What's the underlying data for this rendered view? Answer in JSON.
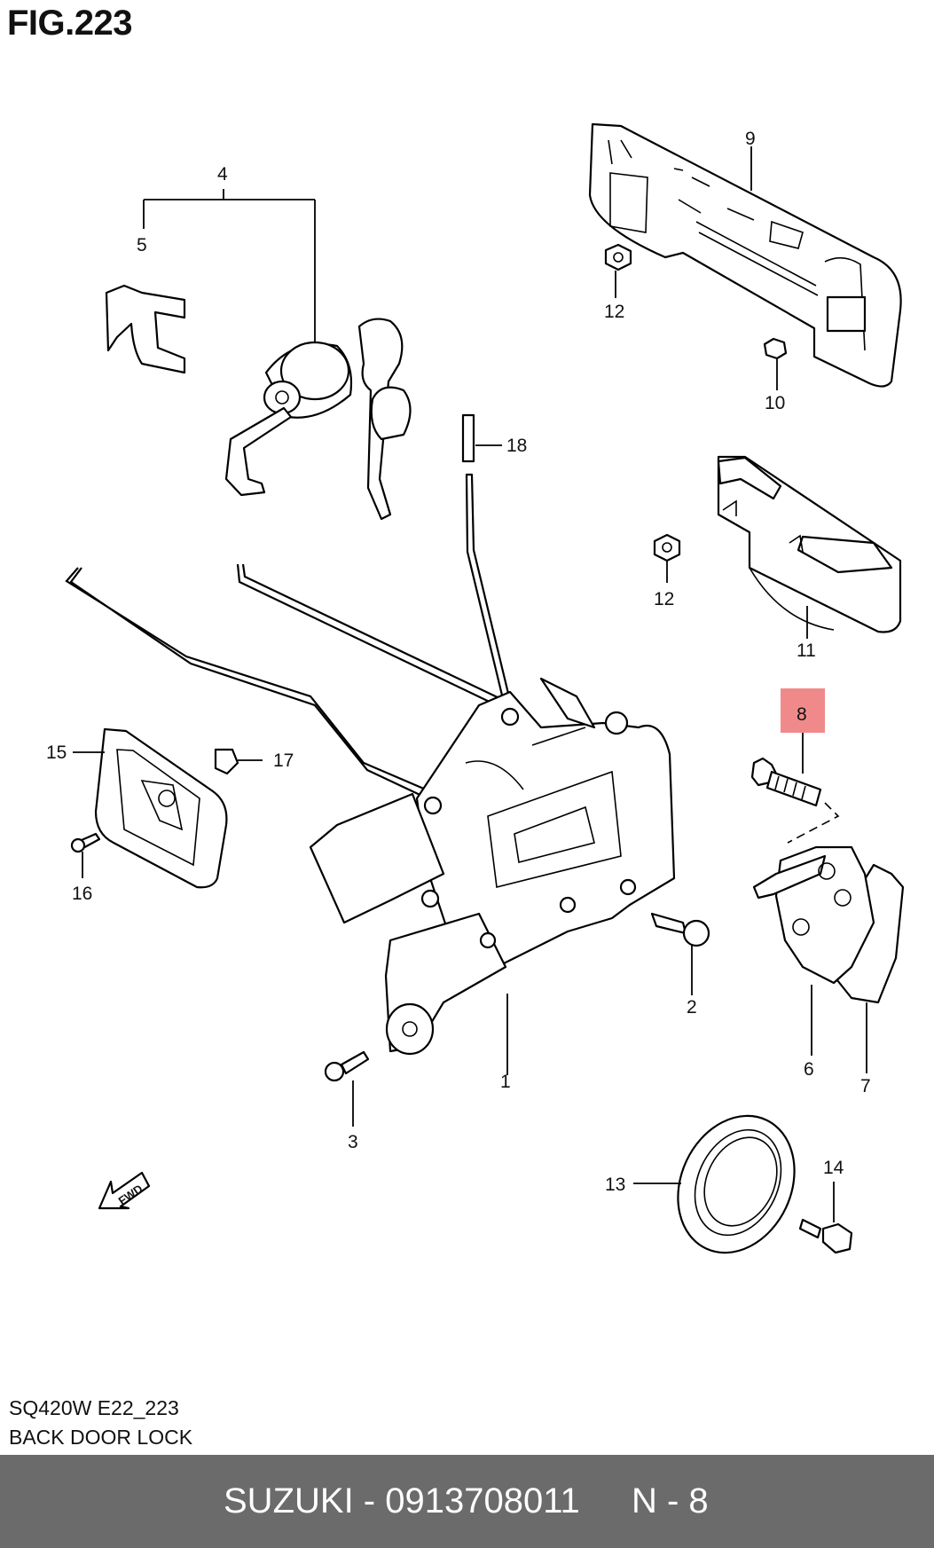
{
  "figure": {
    "title": "FIG.223"
  },
  "callouts": {
    "c1": "1",
    "c2": "2",
    "c3": "3",
    "c4": "4",
    "c5": "5",
    "c6": "6",
    "c7": "7",
    "c8": "8",
    "c9": "9",
    "c10": "10",
    "c11": "11",
    "c12a": "12",
    "c12b": "12",
    "c13": "13",
    "c14": "14",
    "c15": "15",
    "c16": "16",
    "c17": "17",
    "c18": "18"
  },
  "highlight_color": "#f08a8a",
  "caption": {
    "model_code": "SQ420W E22_223",
    "name": "BACK DOOR LOCK"
  },
  "footer": {
    "part_ref": "SUZUKI - 0913708011",
    "position": "N - 8"
  },
  "icons": {
    "direction": "fwd-arrow-icon"
  },
  "fwd_label": "FWD"
}
